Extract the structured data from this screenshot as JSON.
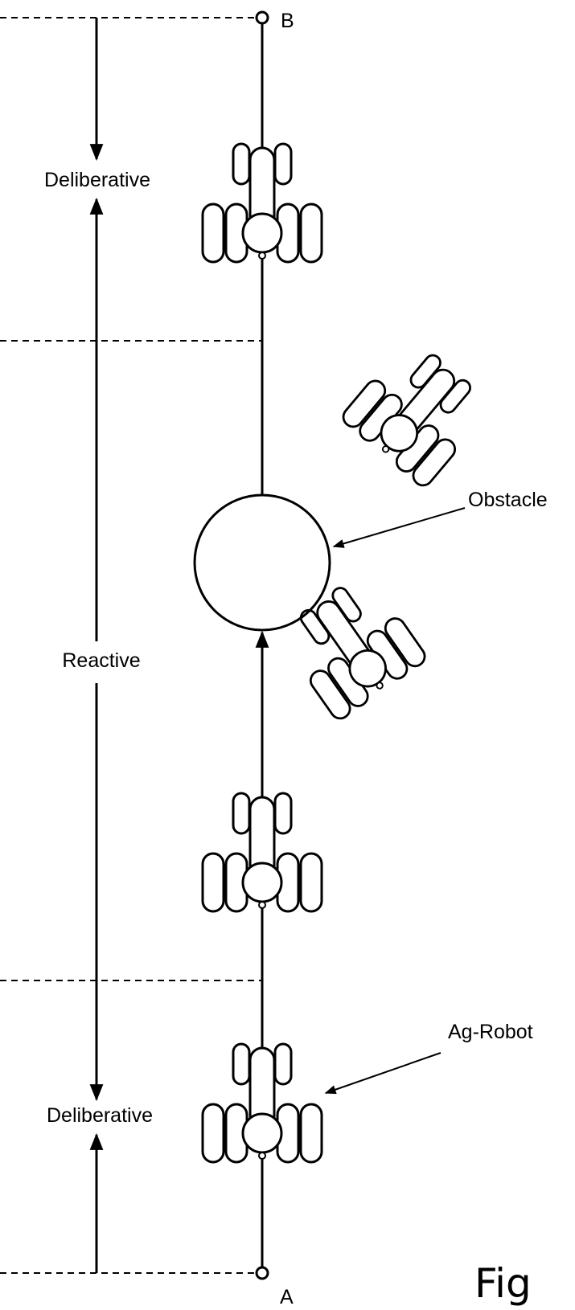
{
  "labels": {
    "point_b": "B",
    "point_a": "A",
    "zone_top": "Deliberative",
    "zone_middle": "Reactive",
    "zone_bottom": "Deliberative",
    "obstacle": "Obstacle",
    "robot": "Ag-Robot",
    "figure": "Fig"
  }
}
